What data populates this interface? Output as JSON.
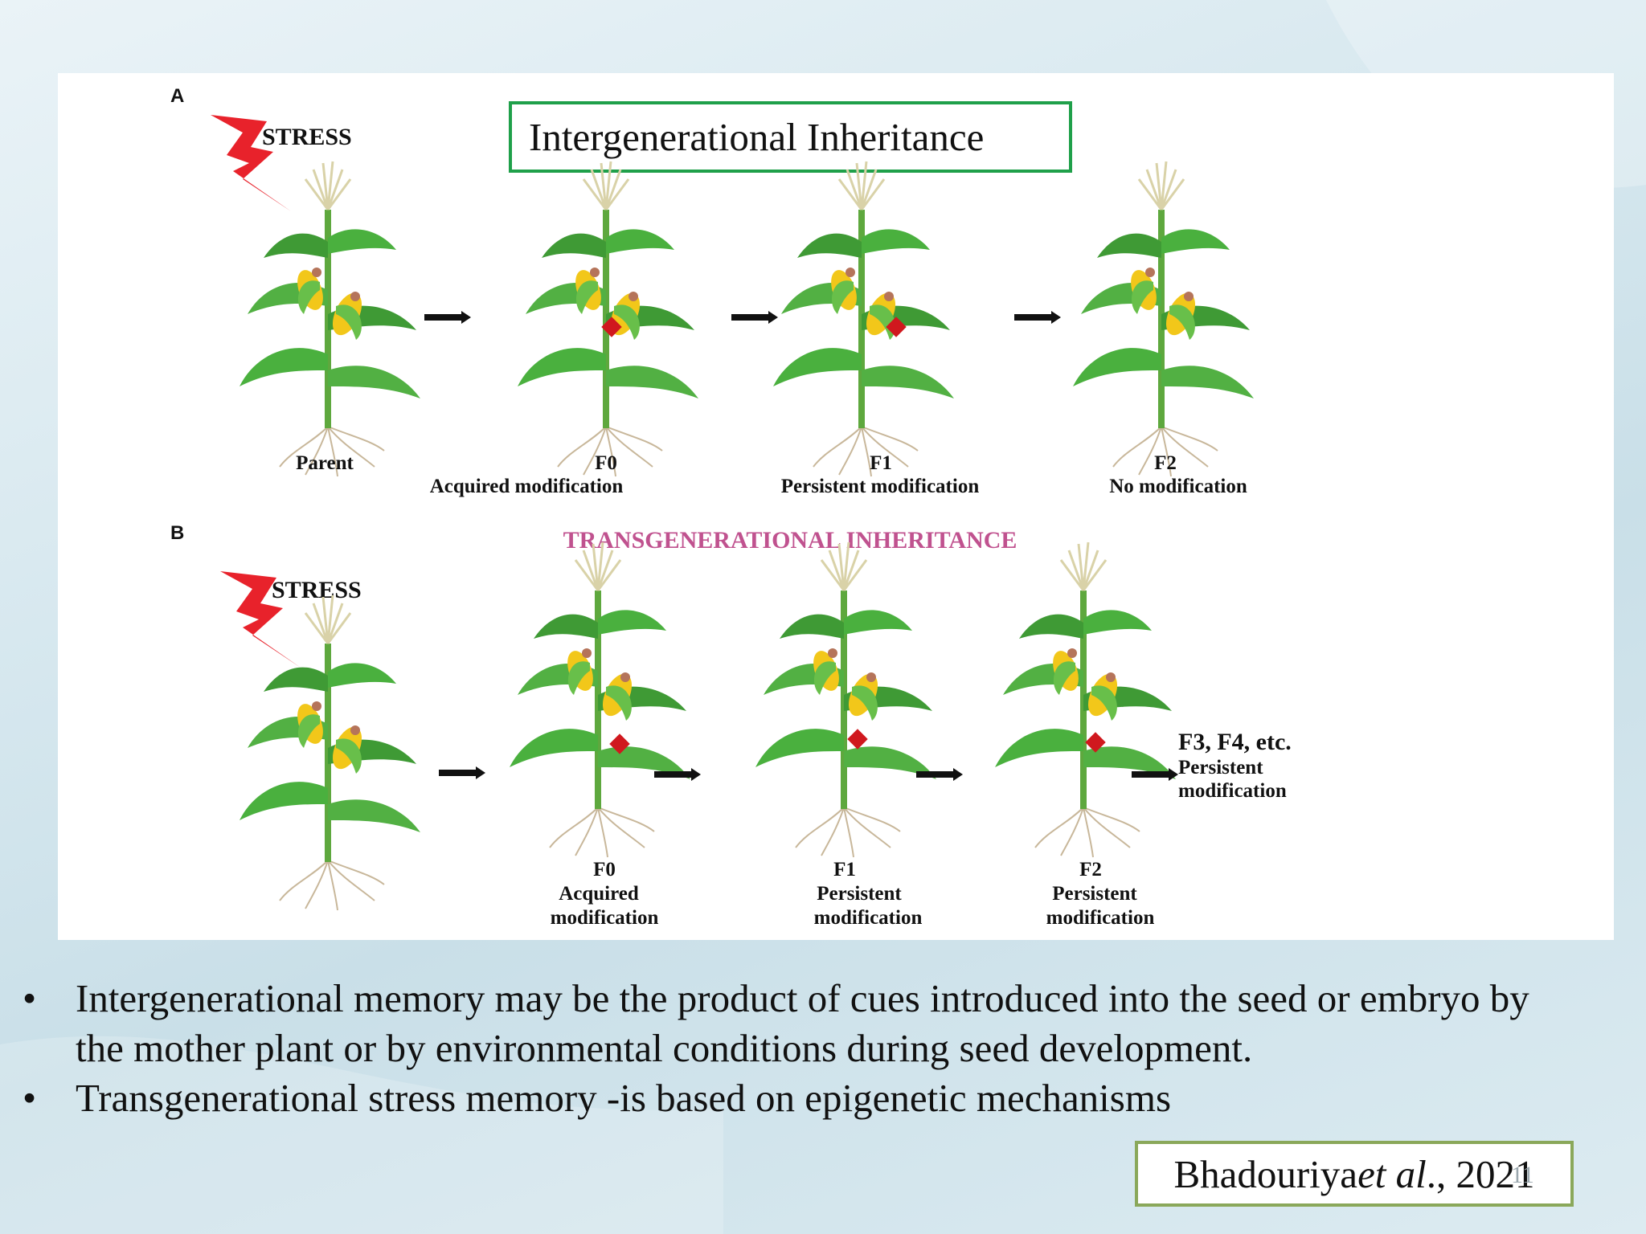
{
  "panel_a": {
    "letter": "A",
    "stress": "STRESS",
    "title_box": "Intergenerational Inheritance",
    "labels": [
      {
        "gen": "Parent",
        "desc": ""
      },
      {
        "gen": "F0",
        "desc": "Acquired modification"
      },
      {
        "gen": "F1",
        "desc": "Persistent modification"
      },
      {
        "gen": "F2",
        "desc": "No modification"
      }
    ]
  },
  "panel_b": {
    "letter": "B",
    "title": "TRANSGENERATIONAL INHERITANCE",
    "stress": "STRESS",
    "labels": [
      {
        "gen": "F0",
        "line1": "Acquired",
        "line2": "modification"
      },
      {
        "gen": "F1",
        "line1": "Persistent",
        "line2": "modification"
      },
      {
        "gen": "F2",
        "line1": "Persistent",
        "line2": "modification"
      }
    ],
    "extra": {
      "gen": "F3, F4, etc.",
      "line1": "Persistent",
      "line2": "modification"
    }
  },
  "bullets": [
    {
      "line1": "Intergenerational memory may be the product of cues introduced into the seed or embryo by",
      "line2": "the mother plant or by environmental conditions during seed development."
    },
    {
      "line1": "Transgenerational stress memory -is based on epigenetic mechanisms",
      "line2": ""
    }
  ],
  "citation": {
    "author": "Bhadouriya ",
    "etal": "et al",
    "rest": "., 2021"
  },
  "slide_number": "11",
  "colors": {
    "title_box_border": "#1fa04a",
    "transgen_title": "#c0528f",
    "stress_bolt": "#e8222b",
    "mark": "#d0181e",
    "leaf": "#4aa83c",
    "cob": "#f2c71a"
  }
}
